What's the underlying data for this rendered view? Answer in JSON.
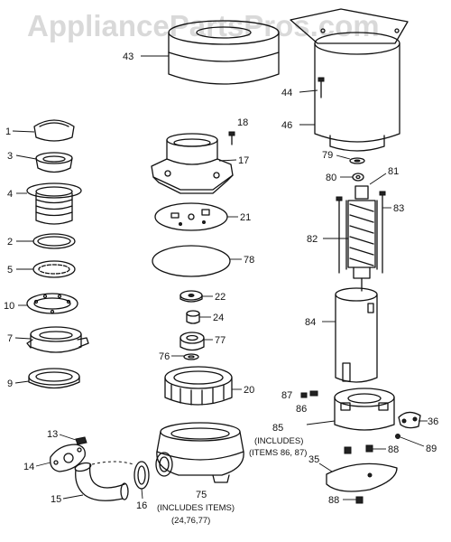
{
  "watermark": "AppliancePartsPros.com",
  "labels": {
    "p1": "1",
    "p3": "3",
    "p4": "4",
    "p2": "2",
    "p5": "5",
    "p10": "10",
    "p7": "7",
    "p9": "9",
    "p13": "13",
    "p14": "14",
    "p15": "15",
    "p16": "16",
    "p18": "18",
    "p17": "17",
    "p21": "21",
    "p78": "78",
    "p22": "22",
    "p24": "24",
    "p77": "77",
    "p76": "76",
    "p20": "20",
    "p75": "75",
    "p43": "43",
    "p44": "44",
    "p46": "46",
    "p79": "79",
    "p80": "80",
    "p81": "81",
    "p83": "83",
    "p82": "82",
    "p84": "84",
    "p87": "87",
    "p86": "86",
    "p85": "85",
    "p36": "36",
    "p88a": "88",
    "p89": "89",
    "p35": "35",
    "p88b": "88"
  },
  "notes": {
    "n85_l1": "(INCLUDES)",
    "n85_l2": "(ITEMS 86, 87)",
    "n75_l1": "(INCLUDES ITEMS)",
    "n75_l2": "(24,76,77)"
  }
}
